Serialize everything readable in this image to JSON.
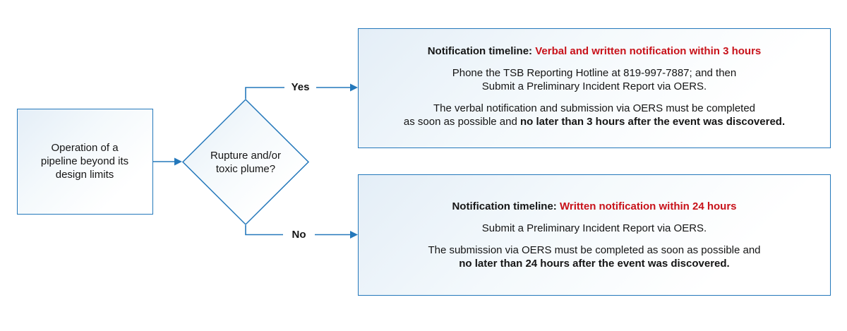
{
  "flowchart": {
    "colors": {
      "line_blue": "#2478bb",
      "highlight_red": "#c8121a",
      "text_black": "#151515"
    },
    "start_box": {
      "lines": [
        "Operation of a",
        "pipeline beyond its",
        "design limits"
      ]
    },
    "decision": {
      "lines": [
        "Rupture and/or",
        "toxic plume?"
      ]
    },
    "branch_yes": {
      "label": "Yes"
    },
    "branch_no": {
      "label": "No"
    },
    "yes_box": {
      "title_label": "Notification timeline: ",
      "title_highlight": "Verbal and written notification within 3 hours",
      "para1_line1": "Phone the TSB Reporting Hotline at 819-997-7887; and then",
      "para1_line2": "Submit a Preliminary Incident Report via OERS.",
      "para2_line1": "The verbal notification and submission via OERS must be completed",
      "para2_line2_normal": "as soon as possible and ",
      "para2_line2_bold": "no later than 3 hours after the event was discovered."
    },
    "no_box": {
      "title_label": "Notification timeline: ",
      "title_highlight": "Written notification within 24 hours",
      "para1_line1": "Submit a Preliminary Incident Report via OERS.",
      "para2_line1": "The submission via OERS must be completed as soon as possible and",
      "para2_line2_bold": "no later than 24 hours after the event was discovered."
    }
  }
}
